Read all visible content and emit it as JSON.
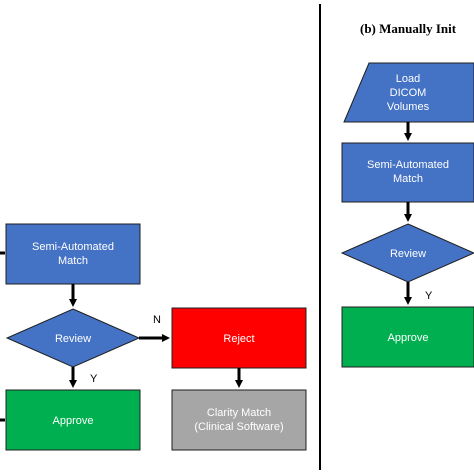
{
  "right_panel_title": "(b) Manually Init",
  "colors": {
    "process_blue": "#4472C4",
    "approve_green": "#00B050",
    "reject_red": "#FF0000",
    "clarity_gray": "#A6A6A6",
    "outline": "#1F1F1F",
    "arrow": "#000000",
    "text_white": "#FFFFFF"
  },
  "left_flow": {
    "semi_automated_match": [
      "Semi-Automated",
      "Match"
    ],
    "review": "Review",
    "yes_label": "Y",
    "no_label": "N",
    "approve": "Approve",
    "reject": "Reject",
    "clarity_match": [
      "Clarity Match",
      "(Clinical Software)"
    ]
  },
  "right_flow": {
    "load_dicom": [
      "Load",
      "DICOM",
      "Volumes"
    ],
    "semi_automated_match": [
      "Semi-Automated",
      "Match"
    ],
    "review": "Review",
    "yes_label": "Y",
    "approve": "Approve"
  }
}
